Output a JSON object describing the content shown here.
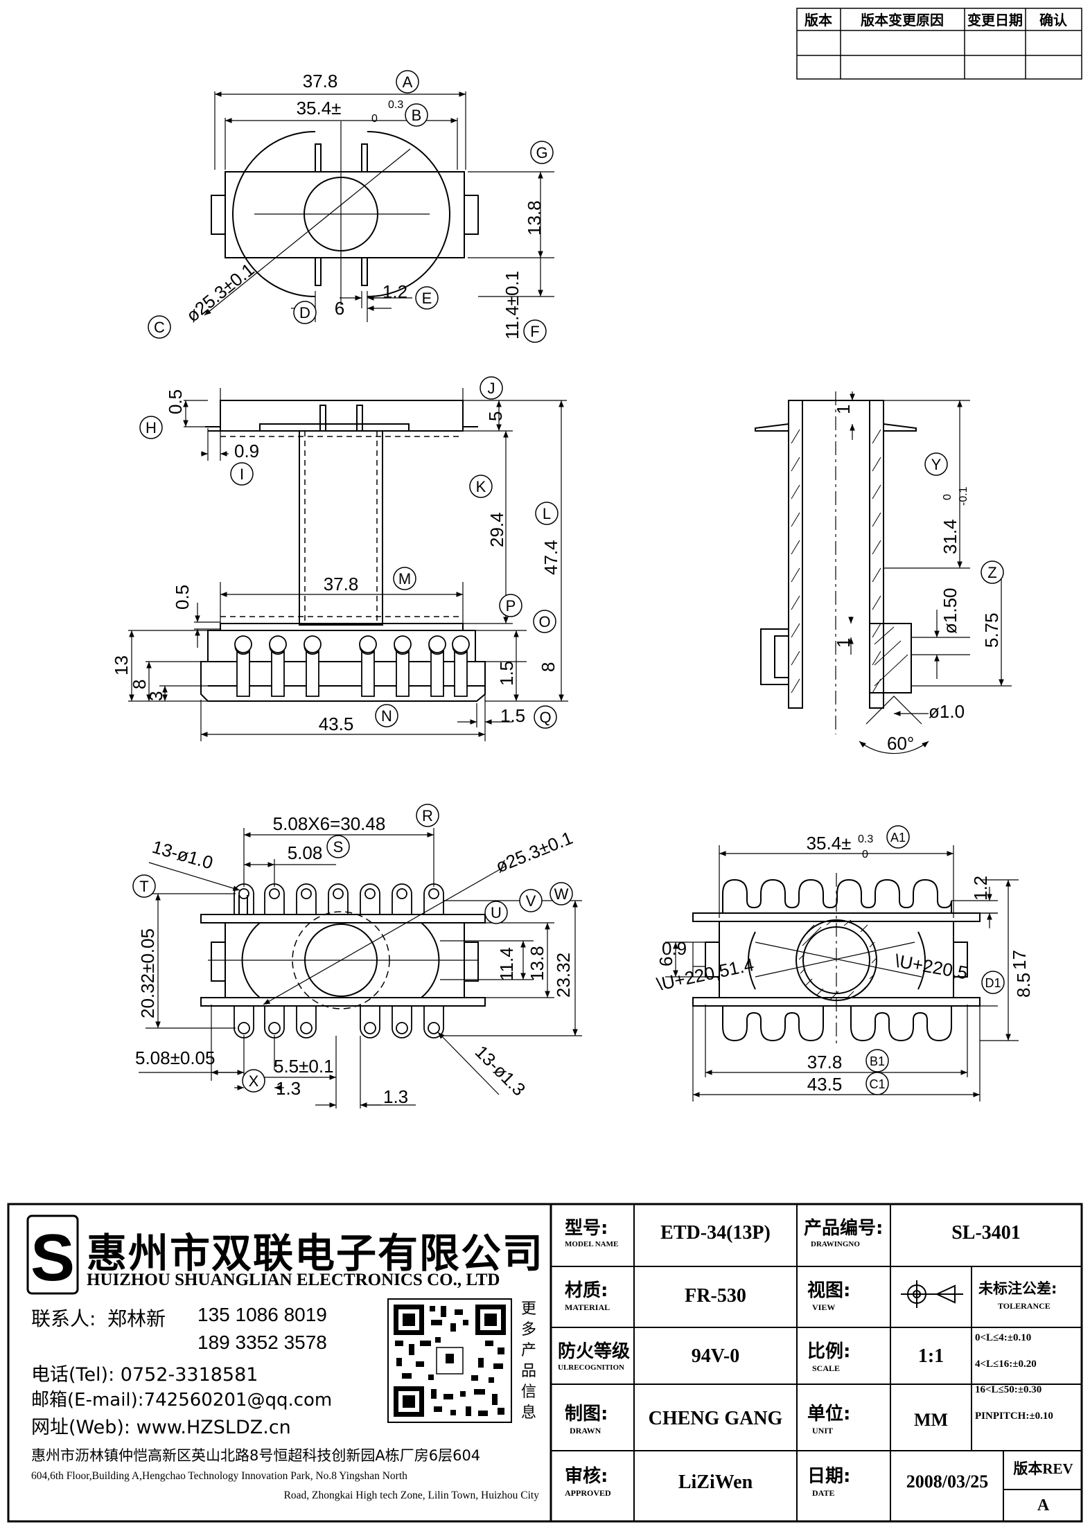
{
  "revision_table": {
    "headers": [
      "版本",
      "版本变更原因",
      "变更日期",
      "确认"
    ]
  },
  "top_view": {
    "dims": {
      "d37_8": "37.8",
      "d35_4": "35.4±",
      "d35_4_tol_top": "0.3",
      "d35_4_tol_bot": "0",
      "d13_8": "13.8",
      "d25_3": "ø25.3±0.1",
      "d6": "6",
      "d1_2": "1.2",
      "d11_4": "11.4±0.1"
    },
    "bubbles": [
      "A",
      "B",
      "C",
      "D",
      "E",
      "F",
      "G"
    ]
  },
  "front_view": {
    "dims": {
      "d0_5a": "0.5",
      "d0_9": "0.9",
      "d5": "5",
      "d29_4": "29.4",
      "d47_4": "47.4",
      "d37_8": "37.8",
      "d0_5b": "0.5",
      "d13": "13",
      "d8a": "8",
      "d3": "3",
      "d1_5a": "1.5",
      "d8b": "8",
      "d43_5": "43.5",
      "d1_5b": "1.5"
    },
    "bubbles": [
      "H",
      "I",
      "J",
      "K",
      "L",
      "M",
      "O",
      "P",
      "N",
      "Q"
    ]
  },
  "side_view": {
    "dims": {
      "d1a": "1",
      "d31_4": "31.4",
      "d31_4_tol_top": "0",
      "d31_4_tol_bot": "-0.1",
      "d1_50": "ø1.50",
      "d5_75": "5.75",
      "d1b": "1",
      "d1_0": "ø1.0",
      "d60": "60°"
    },
    "bubbles": [
      "Y",
      "Z"
    ]
  },
  "bottom_view": {
    "dims": {
      "pitch_total": "5.08X6=30.48",
      "pitch": "5.08",
      "holes_top": "13-ø1.0",
      "d25_3": "ø25.3±0.1",
      "d20_32": "20.32±0.05",
      "d11_4": "11.4",
      "d13_8": "13.8",
      "d23_32": "23.32",
      "d5_08": "5.08±0.05",
      "d5_5": "5.5±0.1",
      "d1_3a": "1.3",
      "d1_3b": "1.3",
      "holes_bot": "13-ø1.3"
    },
    "bubbles": [
      "R",
      "S",
      "T",
      "U",
      "V",
      "W",
      "X"
    ]
  },
  "pcb_view": {
    "dims": {
      "d35_4": "35.4±",
      "d35_4_tol_top": "0.3",
      "d35_4_tol_bot": "0",
      "d1_2": "1.2",
      "d6": "6",
      "d0_9": "0.9",
      "label_left": "\\U+220,51.4",
      "label_right": "\\U+220,5",
      "d17": "17",
      "d8_5": "8.5",
      "d37_8": "37.8",
      "d43_5": "43.5"
    },
    "bubbles": [
      "A1",
      "B1",
      "C1",
      "D1"
    ]
  },
  "company": {
    "logo_letter": "S",
    "name_cn": "惠州市双联电子有限公司",
    "name_en": "HUIZHOU SHUANGLIAN ELECTRONICS CO., LTD",
    "contact_label": "联系人:",
    "contact_name": "郑林新",
    "phone1": "135 1086 8019",
    "phone2": "189 3352 3578",
    "tel": "电话(Tel): 0752-3318581",
    "email": "邮箱(E-mail):742560201@qq.com",
    "web": "网址(Web): www.HZSLDZ.cn",
    "addr_cn": "惠州市沥林镇仲恺高新区英山北路8号恒超科技创新园A栋厂房6层604",
    "addr_en1": "604,6th Floor,Building A,Hengchao Technology Innovation Park, No.8 Yingshan North",
    "addr_en2": "Road, Zhongkai High tech Zone, Lilin Town, Huizhou City",
    "qr_caption": [
      "更",
      "多",
      "产",
      "品",
      "信",
      "息"
    ]
  },
  "title_block": {
    "model_label": "型号:",
    "model_label_en": "MODEL NAME",
    "model_value": "ETD-34(13P)",
    "drawing_label": "产品编号:",
    "drawing_label_en": "DRAWINGNO",
    "drawing_value": "SL-3401",
    "material_label": "材质:",
    "material_label_en": "MATERIAL",
    "material_value": "FR-530",
    "view_label": "视图:",
    "view_label_en": "VIEW",
    "fire_label": "防火等级",
    "fire_label_en": "ULRECOGNITION",
    "fire_value": "94V-0",
    "scale_label": "比例:",
    "scale_label_en": "SCALE",
    "scale_value": "1:1",
    "drawn_label": "制图:",
    "drawn_label_en": "DRAWN",
    "drawn_value": "CHENG GANG",
    "unit_label": "单位:",
    "unit_label_en": "UNIT",
    "unit_value": "MM",
    "approved_label": "审核:",
    "approved_label_en": "APPROVED",
    "approved_value": "LiZiWen",
    "date_label": "日期:",
    "date_label_en": "DATE",
    "date_value": "2008/03/25",
    "rev_label": "版本REV",
    "rev_value": "A",
    "tolerance_title": "未标注公差:",
    "tolerance_title_en": "TOLERANCE",
    "tol1": "0<L≤4:±0.10",
    "tol2": "4<L≤16:±0.20",
    "tol3": "16<L≤50:±0.30",
    "tol4": "PINPITCH:±0.10"
  }
}
